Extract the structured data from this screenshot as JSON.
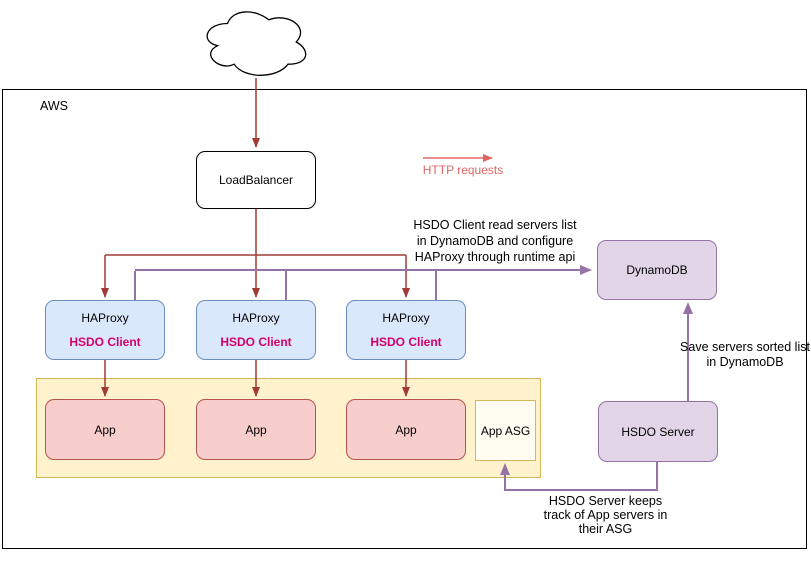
{
  "colors": {
    "red_arrow": "#a03b35",
    "http_legend_red": "#e06666",
    "purple_arrow": "#9673a6",
    "purple_fill": "#e1d5e7",
    "blue_fill": "#dae8fc",
    "blue_border": "#6c8ebf",
    "pink_fill": "#f8cecc",
    "pink_border": "#b85450",
    "yellow_fill": "#fff2cc",
    "yellow_border": "#d6b656",
    "hsdo_client_text": "#d6006a"
  },
  "diagram": {
    "aws_label": "AWS",
    "load_balancer_label": "LoadBalancer",
    "haproxy_nodes": [
      {
        "title": "HAProxy",
        "subtitle": "HSDO Client"
      },
      {
        "title": "HAProxy",
        "subtitle": "HSDO Client"
      },
      {
        "title": "HAProxy",
        "subtitle": "HSDO Client"
      }
    ],
    "app_nodes": [
      {
        "label": "App"
      },
      {
        "label": "App"
      },
      {
        "label": "App"
      }
    ],
    "app_asg_label": "App ASG",
    "dynamodb_label": "DynamoDB",
    "hsdo_server_label": "HSDO Server",
    "legend_http": "HTTP requests",
    "annotations": {
      "client_read": "HSDO Client read servers list\nin DynamoDB and configure\nHAProxy through runtime api",
      "save_list": "Save servers sorted list\nin DynamoDB",
      "server_keeps": "HSDO Server keeps\ntrack of App servers in\ntheir ASG"
    }
  }
}
